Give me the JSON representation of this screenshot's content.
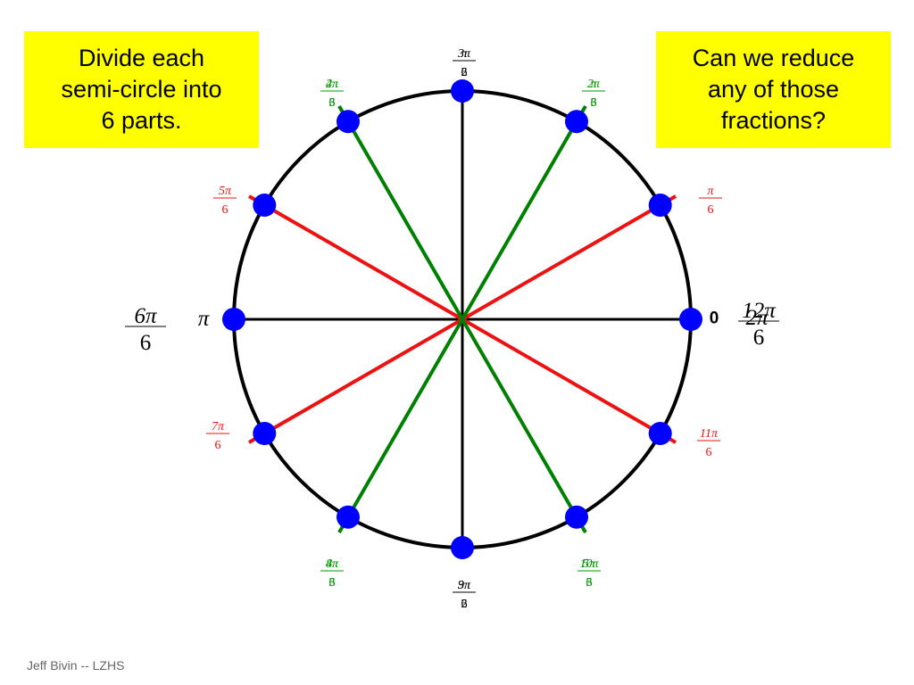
{
  "notes": {
    "left": [
      "Divide each",
      "semi-circle into",
      "6 parts."
    ],
    "right": [
      "Can we reduce",
      "any of those",
      "fractions?"
    ]
  },
  "footer": "Jeff Bivin -- LZHS",
  "colors": {
    "circle": "#000000",
    "axis": "#000000",
    "red_diameter": "#ee1111",
    "green_diameter": "#008000",
    "point": "#0000ff",
    "note_bg": "#ffff00",
    "red_label": "#ee1111",
    "green_label": "#009900",
    "black_label": "#000000"
  },
  "diameters": [
    {
      "name": "horizontal-axis",
      "angle_deg": 0,
      "color": "axis"
    },
    {
      "name": "vertical-axis",
      "angle_deg": 90,
      "color": "axis"
    },
    {
      "name": "red-diameter-30",
      "angle_deg": 30,
      "color": "red_diameter"
    },
    {
      "name": "red-diameter-150",
      "angle_deg": 150,
      "color": "red_diameter"
    },
    {
      "name": "green-diameter-60",
      "angle_deg": 60,
      "color": "green_diameter"
    },
    {
      "name": "green-diameter-120",
      "angle_deg": 120,
      "color": "green_diameter"
    }
  ],
  "points": [
    {
      "angle_deg": 0
    },
    {
      "angle_deg": 30
    },
    {
      "angle_deg": 60
    },
    {
      "angle_deg": 90
    },
    {
      "angle_deg": 120
    },
    {
      "angle_deg": 150
    },
    {
      "angle_deg": 180
    },
    {
      "angle_deg": 210
    },
    {
      "angle_deg": 240
    },
    {
      "angle_deg": 270
    },
    {
      "angle_deg": 300
    },
    {
      "angle_deg": 330
    }
  ],
  "labels": [
    {
      "angle_deg": 0,
      "layers": [
        {
          "kind": "text",
          "text": "0",
          "color": "black_label",
          "size": "md",
          "bold": true
        }
      ]
    },
    {
      "angle_deg": 0,
      "slot": "far",
      "layers": [
        {
          "kind": "frac",
          "num": "12π",
          "den": "6",
          "color": "black_label",
          "size": "lg"
        },
        {
          "kind": "text",
          "text": "2π",
          "color": "black_label",
          "size": "lg",
          "overlay": true
        }
      ]
    },
    {
      "angle_deg": 30,
      "layers": [
        {
          "kind": "frac",
          "num": "π",
          "den": "6",
          "color": "red_label",
          "size": "sm"
        }
      ]
    },
    {
      "angle_deg": 60,
      "layers": [
        {
          "kind": "frac",
          "num": "2π",
          "den": "6",
          "color": "green_label",
          "size": "sm"
        },
        {
          "kind": "frac",
          "num": "π",
          "den": "3",
          "color": "green_label",
          "size": "sm"
        }
      ]
    },
    {
      "angle_deg": 90,
      "layers": [
        {
          "kind": "frac",
          "num": "3π",
          "den": "6",
          "color": "black_label",
          "size": "sm"
        },
        {
          "kind": "frac",
          "num": "π",
          "den": "2",
          "color": "black_label",
          "size": "sm"
        }
      ]
    },
    {
      "angle_deg": 120,
      "layers": [
        {
          "kind": "frac",
          "num": "4π",
          "den": "6",
          "color": "green_label",
          "size": "sm"
        },
        {
          "kind": "frac",
          "num": "2π",
          "den": "3",
          "color": "green_label",
          "size": "sm"
        }
      ]
    },
    {
      "angle_deg": 150,
      "layers": [
        {
          "kind": "frac",
          "num": "5π",
          "den": "6",
          "color": "red_label",
          "size": "sm"
        }
      ]
    },
    {
      "angle_deg": 180,
      "layers": [
        {
          "kind": "text",
          "text": "π",
          "color": "black_label",
          "size": "lg"
        }
      ]
    },
    {
      "angle_deg": 180,
      "slot": "far",
      "layers": [
        {
          "kind": "frac",
          "num": "6π",
          "den": "6",
          "color": "black_label",
          "size": "lg"
        }
      ]
    },
    {
      "angle_deg": 210,
      "layers": [
        {
          "kind": "frac",
          "num": "7π",
          "den": "6",
          "color": "red_label",
          "size": "sm"
        }
      ]
    },
    {
      "angle_deg": 240,
      "layers": [
        {
          "kind": "frac",
          "num": "8π",
          "den": "6",
          "color": "green_label",
          "size": "sm"
        },
        {
          "kind": "frac",
          "num": "4π",
          "den": "3",
          "color": "green_label",
          "size": "sm"
        }
      ]
    },
    {
      "angle_deg": 270,
      "layers": [
        {
          "kind": "frac",
          "num": "9π",
          "den": "6",
          "color": "black_label",
          "size": "sm"
        },
        {
          "kind": "frac",
          "num": "3π",
          "den": "2",
          "color": "black_label",
          "size": "sm"
        }
      ]
    },
    {
      "angle_deg": 300,
      "layers": [
        {
          "kind": "frac",
          "num": "10π",
          "den": "6",
          "color": "green_label",
          "size": "sm"
        },
        {
          "kind": "frac",
          "num": "5π",
          "den": "3",
          "color": "green_label",
          "size": "sm"
        }
      ]
    },
    {
      "angle_deg": 330,
      "layers": [
        {
          "kind": "frac",
          "num": "11π",
          "den": "6",
          "color": "red_label",
          "size": "sm"
        }
      ]
    }
  ]
}
